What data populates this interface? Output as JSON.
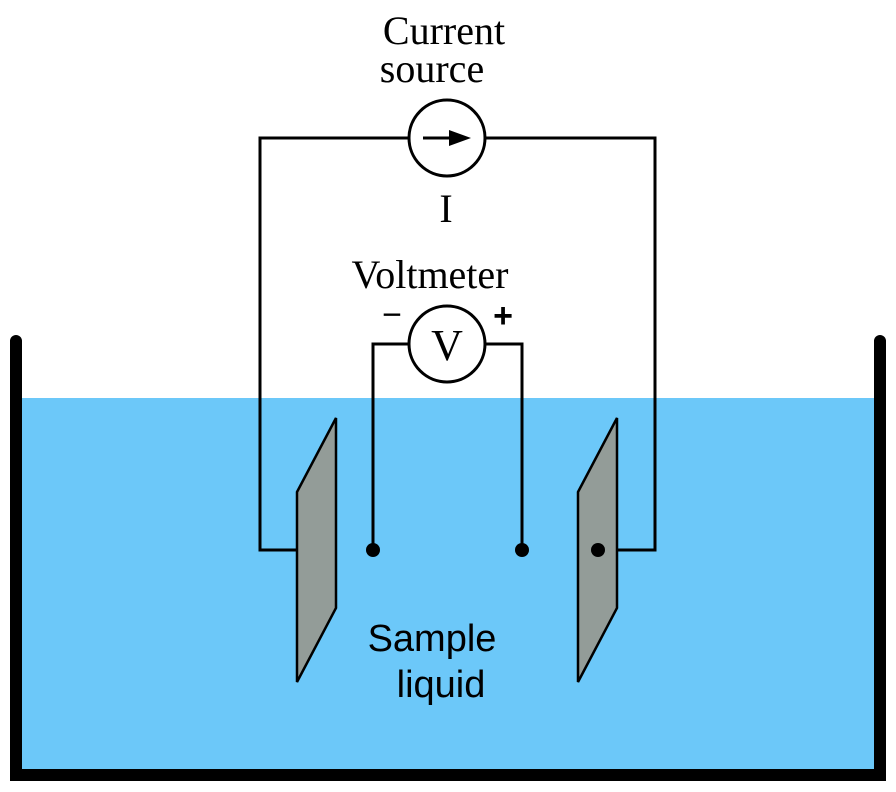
{
  "labels": {
    "current_source_line1": "Current",
    "current_source_line2": "source",
    "current_symbol": "I",
    "voltmeter": "Voltmeter",
    "voltmeter_symbol": "V",
    "minus": "−",
    "plus": "+",
    "liquid_line1": "Sample",
    "liquid_line2": "liquid"
  },
  "colors": {
    "liquid": "#6cc8f9",
    "electrode": "#939c98",
    "wire": "#000000",
    "container": "#000000"
  },
  "icons": {
    "current_source": "arrow-right-in-circle-icon",
    "voltmeter": "v-in-circle-icon"
  }
}
